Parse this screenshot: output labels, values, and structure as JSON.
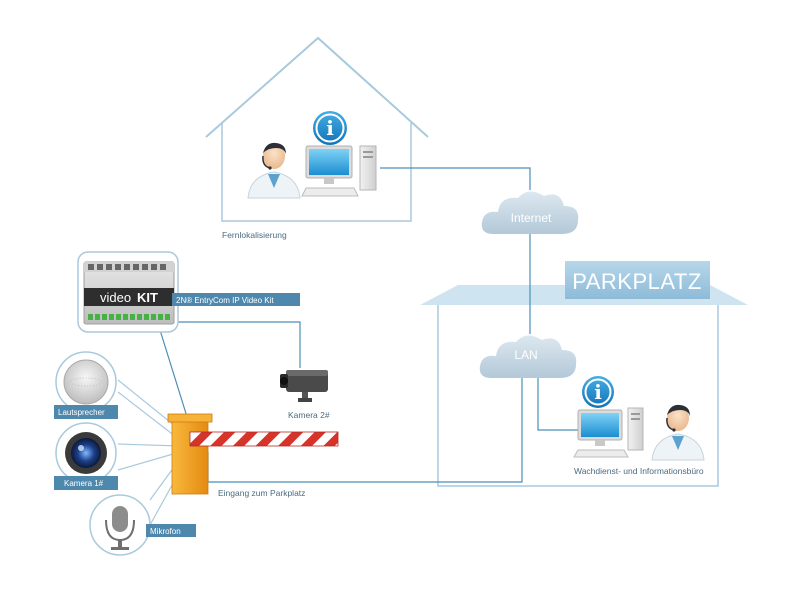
{
  "labels": {
    "remote_location": "Fernlokalisierung",
    "internet": "Internet",
    "lan": "LAN",
    "parking": "PARKPLATZ",
    "video_kit": "2N® EntryCom IP Video Kit",
    "camera2": "Kamera 2#",
    "speaker": "Lautsprecher",
    "camera1": "Kamera 1#",
    "microphone": "Mikrofon",
    "entrance": "Eingang zum Parkplatz",
    "security_office": "Wachdienst- und Informationsbüro",
    "kit_logo_video": "video",
    "kit_logo_kit": "KIT",
    "info_symbol": "i"
  },
  "colors": {
    "line": "#4a8fb5",
    "house_outline": "#a9c9dd",
    "cloud": "#c2d6e4",
    "tag_bg": "#4e88ad",
    "parking_header": "#9cc5de",
    "info_blue": "#1d8fd0",
    "barrier_post": "#f5a623",
    "barrier_stripe_red": "#d6332a"
  },
  "icons": [
    "info-icon",
    "operator-person-icon",
    "computer-icon",
    "cloud-icon",
    "ip-camera-icon",
    "speaker-icon",
    "webcam-icon",
    "microphone-icon",
    "barrier-icon"
  ]
}
